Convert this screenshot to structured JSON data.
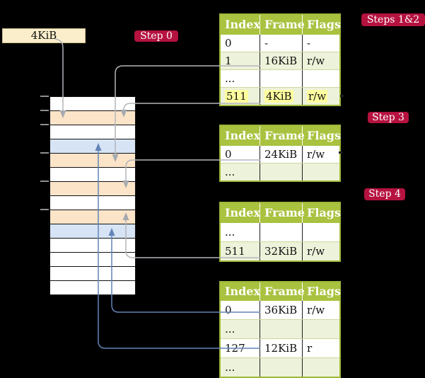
{
  "frame_box": {
    "label": "4KiB"
  },
  "badges": [
    {
      "id": "step0",
      "label": "Step 0"
    },
    {
      "id": "steps12",
      "label": "Steps 1&2"
    },
    {
      "id": "step3",
      "label": "Step 3"
    },
    {
      "id": "step4",
      "label": "Step 4"
    }
  ],
  "memory_stack": {
    "rows": [
      {
        "color": "white"
      },
      {
        "color": "peach"
      },
      {
        "color": "white"
      },
      {
        "color": "blue"
      },
      {
        "color": "peach"
      },
      {
        "color": "white"
      },
      {
        "color": "peach"
      },
      {
        "color": "white"
      },
      {
        "color": "peach"
      },
      {
        "color": "blue"
      },
      {
        "color": "white"
      },
      {
        "color": "white"
      },
      {
        "color": "white"
      },
      {
        "color": "white"
      }
    ]
  },
  "tables": [
    {
      "id": "t1",
      "headers": [
        "Index",
        "Frame",
        "Flags"
      ],
      "rows": [
        {
          "cells": [
            "0",
            "-",
            "-"
          ],
          "highlight": false
        },
        {
          "cells": [
            "1",
            "16KiB",
            "r/w"
          ],
          "highlight": false
        },
        {
          "cells": [
            "...",
            "",
            ""
          ],
          "highlight": false
        },
        {
          "cells": [
            "511",
            "4KiB",
            "r/w"
          ],
          "highlight": true
        }
      ]
    },
    {
      "id": "t2",
      "headers": [
        "Index",
        "Frame",
        "Flags"
      ],
      "rows": [
        {
          "cells": [
            "0",
            "24KiB",
            "r/w"
          ],
          "highlight": false
        },
        {
          "cells": [
            "...",
            "",
            ""
          ],
          "highlight": false
        }
      ]
    },
    {
      "id": "t3",
      "headers": [
        "Index",
        "Frame",
        "Flags"
      ],
      "rows": [
        {
          "cells": [
            "...",
            "",
            ""
          ],
          "highlight": false
        },
        {
          "cells": [
            "511",
            "32KiB",
            "r/w"
          ],
          "highlight": false
        }
      ]
    },
    {
      "id": "t4",
      "headers": [
        "Index",
        "Frame",
        "Flags"
      ],
      "rows": [
        {
          "cells": [
            "0",
            "36KiB",
            "r/w"
          ],
          "highlight": false
        },
        {
          "cells": [
            "...",
            "",
            ""
          ],
          "highlight": false
        },
        {
          "cells": [
            "127",
            "12KiB",
            "r"
          ],
          "highlight": false
        },
        {
          "cells": [
            "...",
            "",
            ""
          ],
          "highlight": false
        }
      ]
    }
  ],
  "connectors": [
    {
      "id": "c1",
      "from": "frame-box-4kib",
      "to": "stack-row-2",
      "color": "gray"
    },
    {
      "id": "c2",
      "from": "table1-row-1",
      "to": "stack-row-5",
      "color": "gray"
    },
    {
      "id": "c3",
      "from": "table1-row-511",
      "to": "stack-row-2",
      "color": "gray"
    },
    {
      "id": "c4",
      "from": "table2-row-0",
      "to": "stack-row-7",
      "color": "gray"
    },
    {
      "id": "c5",
      "from": "table3-row-511",
      "to": "stack-row-9",
      "color": "gray"
    },
    {
      "id": "c6",
      "from": "table4-row-0",
      "to": "stack-row-10",
      "color": "blue"
    },
    {
      "id": "c7",
      "from": "table4-row-127",
      "to": "stack-row-4",
      "color": "blue"
    }
  ],
  "colors": {
    "background": "#000000",
    "badge": "#b51240",
    "table_header": "#a9c23f",
    "table_border": "#9fb83a",
    "row_shade": "#edf2da",
    "highlight_yellow": "#feff9e",
    "frame_peach": "#fce4c8",
    "frame_blue": "#d7e4f5",
    "frame_white": "#ffffff",
    "frame_box_bg": "#fbeecb",
    "wire_gray": "#b3b6bb",
    "wire_blue": "#6284b8"
  }
}
